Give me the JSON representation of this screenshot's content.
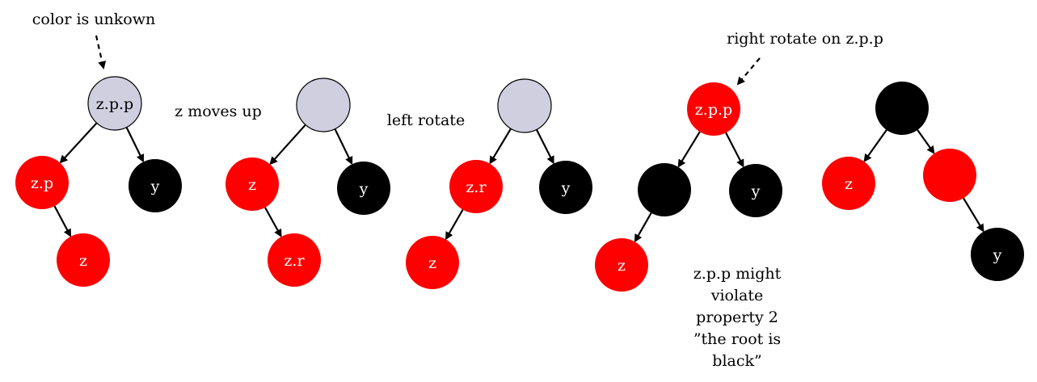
{
  "colors": {
    "red": "#ff0000",
    "black": "#000000",
    "unknown": "#d0cfe0",
    "stroke": "#000000"
  },
  "steps": [
    {
      "nodes": [
        {
          "id": "s1-zpp",
          "label": "z.p.p",
          "color": "unknown"
        },
        {
          "id": "s1-zp",
          "label": "z.p",
          "color": "red"
        },
        {
          "id": "s1-y",
          "label": "y",
          "color": "black"
        },
        {
          "id": "s1-z",
          "label": "z",
          "color": "red"
        }
      ],
      "edges": [
        [
          "s1-zpp",
          "s1-zp"
        ],
        [
          "s1-zpp",
          "s1-y"
        ],
        [
          "s1-zp",
          "s1-z"
        ]
      ]
    },
    {
      "nodes": [
        {
          "id": "s2-root",
          "label": "",
          "color": "unknown"
        },
        {
          "id": "s2-z",
          "label": "z",
          "color": "red"
        },
        {
          "id": "s2-y",
          "label": "y",
          "color": "black"
        },
        {
          "id": "s2-zr",
          "label": "z.r",
          "color": "red"
        }
      ],
      "edges": [
        [
          "s2-root",
          "s2-z"
        ],
        [
          "s2-root",
          "s2-y"
        ],
        [
          "s2-z",
          "s2-zr"
        ]
      ]
    },
    {
      "nodes": [
        {
          "id": "s3-root",
          "label": "",
          "color": "unknown"
        },
        {
          "id": "s3-zr",
          "label": "z.r",
          "color": "red"
        },
        {
          "id": "s3-y",
          "label": "y",
          "color": "black"
        },
        {
          "id": "s3-z",
          "label": "z",
          "color": "red"
        }
      ],
      "edges": [
        [
          "s3-root",
          "s3-zr"
        ],
        [
          "s3-root",
          "s3-y"
        ],
        [
          "s3-zr",
          "s3-z"
        ]
      ]
    },
    {
      "nodes": [
        {
          "id": "s4-zpp",
          "label": "z.p.p",
          "color": "red"
        },
        {
          "id": "s4-mid",
          "label": "",
          "color": "black"
        },
        {
          "id": "s4-y",
          "label": "y",
          "color": "black"
        },
        {
          "id": "s4-z",
          "label": "z",
          "color": "red"
        }
      ],
      "edges": [
        [
          "s4-zpp",
          "s4-mid"
        ],
        [
          "s4-zpp",
          "s4-y"
        ],
        [
          "s4-mid",
          "s4-z"
        ]
      ]
    },
    {
      "nodes": [
        {
          "id": "s5-root",
          "label": "",
          "color": "black"
        },
        {
          "id": "s5-z",
          "label": "z",
          "color": "red"
        },
        {
          "id": "s5-r",
          "label": "",
          "color": "red"
        },
        {
          "id": "s5-y",
          "label": "y",
          "color": "black"
        }
      ],
      "edges": [
        [
          "s5-root",
          "s5-z"
        ],
        [
          "s5-root",
          "s5-r"
        ],
        [
          "s5-r",
          "s5-y"
        ]
      ]
    }
  ],
  "annotations": {
    "color_unknown": "color is unkown",
    "z_moves_up": "z moves up",
    "left_rotate": "left rotate",
    "right_rotate": "right rotate on z.p.p",
    "violation": [
      "z.p.p might",
      "violate",
      "property 2",
      "”the root is",
      "black”"
    ]
  }
}
